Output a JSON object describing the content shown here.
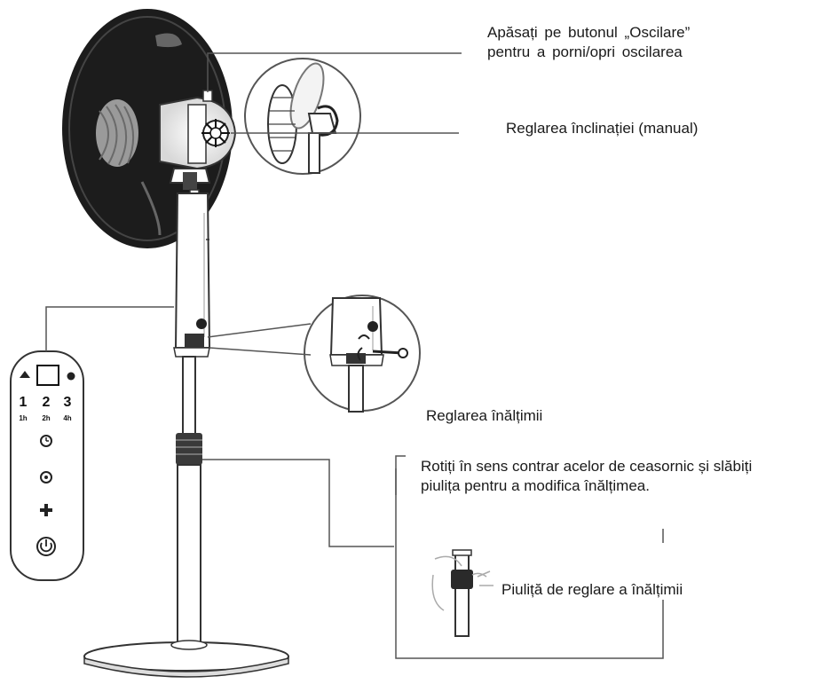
{
  "labels": {
    "oscillation_line1": "Apăsați pe butonul „Oscilare”",
    "oscillation_line2": "pentru a porni/opri oscilarea",
    "tilt": "Reglarea înclinației (manual)",
    "height_title": "Reglarea înălțimii",
    "rotate_line1": "Rotiți în sens contrar acelor de ceasornic și slăbiți",
    "rotate_line2": "piulița pentru a modifica înălțimea.",
    "nut": "Piuliță de reglare a înălțimii"
  },
  "remote": {
    "speeds": [
      "1",
      "2",
      "3"
    ],
    "timers": [
      "1h",
      "2h",
      "4h"
    ]
  },
  "colors": {
    "line": "#555555",
    "fan_dark": "#1c1c1c",
    "outline": "#333333"
  }
}
